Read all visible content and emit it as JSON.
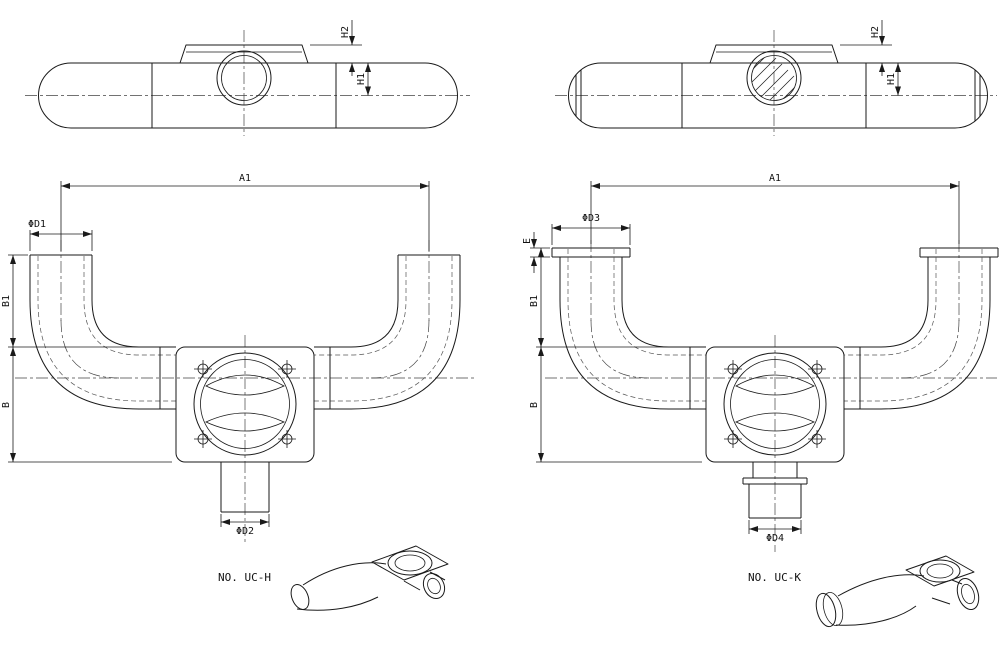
{
  "page": {
    "background": "#ffffff",
    "line_color": "#1a1a1a"
  },
  "parts": {
    "left": {
      "part_no": "NO. UC-H",
      "top_view_dims": {
        "h1": "H1",
        "h2": "H2"
      },
      "front_view_dims": {
        "a1": "A1",
        "d1": "ΦD1",
        "b1": "B1",
        "b": "B",
        "d2": "ΦD2"
      }
    },
    "right": {
      "part_no": "NO. UC-K",
      "top_view_dims": {
        "h1": "H1",
        "h2": "H2"
      },
      "front_view_dims": {
        "a1": "A1",
        "d3": "ΦD3",
        "e": "E",
        "b1": "B1",
        "b": "B",
        "d4": "ΦD4"
      }
    }
  }
}
